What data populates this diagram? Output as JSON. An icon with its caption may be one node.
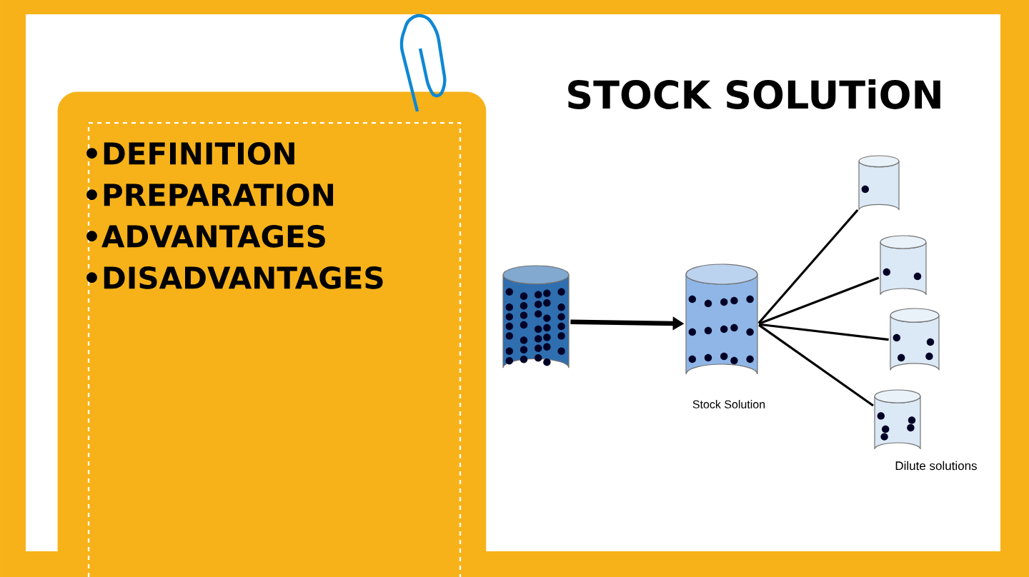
{
  "diagram": {
    "title": "STOCK SOLUTiON",
    "nodes": [
      {
        "text": [
          "•DEFINITION",
          "•PREPARATION",
          "•ADVANTAGES",
          "•DISADVANTAGES"
        ]
      },
      {
        "text": [],
        "shape": "cylinder"
      },
      {
        "text": [],
        "shape": "cylinder",
        "beside": [
          "Stock Solution"
        ]
      },
      {
        "text": [],
        "shape": "cylinder"
      },
      {
        "text": [],
        "shape": "cylinder"
      },
      {
        "text": [],
        "shape": "cylinder"
      },
      {
        "text": [],
        "shape": "cylinder"
      }
    ],
    "edges": [
      {
        "from": 1,
        "to": 2,
        "arrow": "to",
        "style": "thick"
      },
      {
        "from": 2,
        "to": 3,
        "arrow": "none"
      },
      {
        "from": 2,
        "to": 4,
        "arrow": "none"
      },
      {
        "from": 2,
        "to": 5,
        "arrow": "none"
      },
      {
        "from": 2,
        "to": 6,
        "arrow": "none"
      }
    ],
    "labels": [
      "Dilute solutions"
    ]
  }
}
